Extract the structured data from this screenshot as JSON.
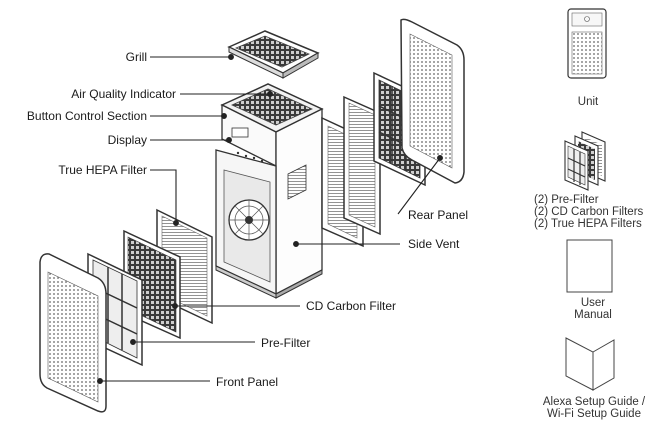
{
  "callouts": {
    "grill": "Grill",
    "air_quality_indicator": "Air Quality Indicator",
    "button_control_section": "Button Control Section",
    "display": "Display",
    "true_hepa_filter": "True HEPA Filter",
    "rear_panel": "Rear Panel",
    "side_vent": "Side Vent",
    "cd_carbon_filter": "CD Carbon Filter",
    "pre_filter": "Pre-Filter",
    "front_panel": "Front Panel"
  },
  "contents": [
    {
      "label": "Unit",
      "icon": "purifier-unit-icon"
    },
    {
      "label_lines": [
        "(2) Pre-Filter",
        "(2) CD Carbon Filters",
        "(2) True HEPA Filters"
      ],
      "icon": "filter-set-icon"
    },
    {
      "label_lines": [
        "User",
        "Manual"
      ],
      "icon": "user-manual-icon"
    },
    {
      "label_lines": [
        "Alexa Setup Guide /",
        "Wi-Fi Setup Guide"
      ],
      "icon": "setup-guide-icon"
    }
  ],
  "colors": {
    "line": "#333333",
    "accent_bg": "#f4f4f4"
  }
}
